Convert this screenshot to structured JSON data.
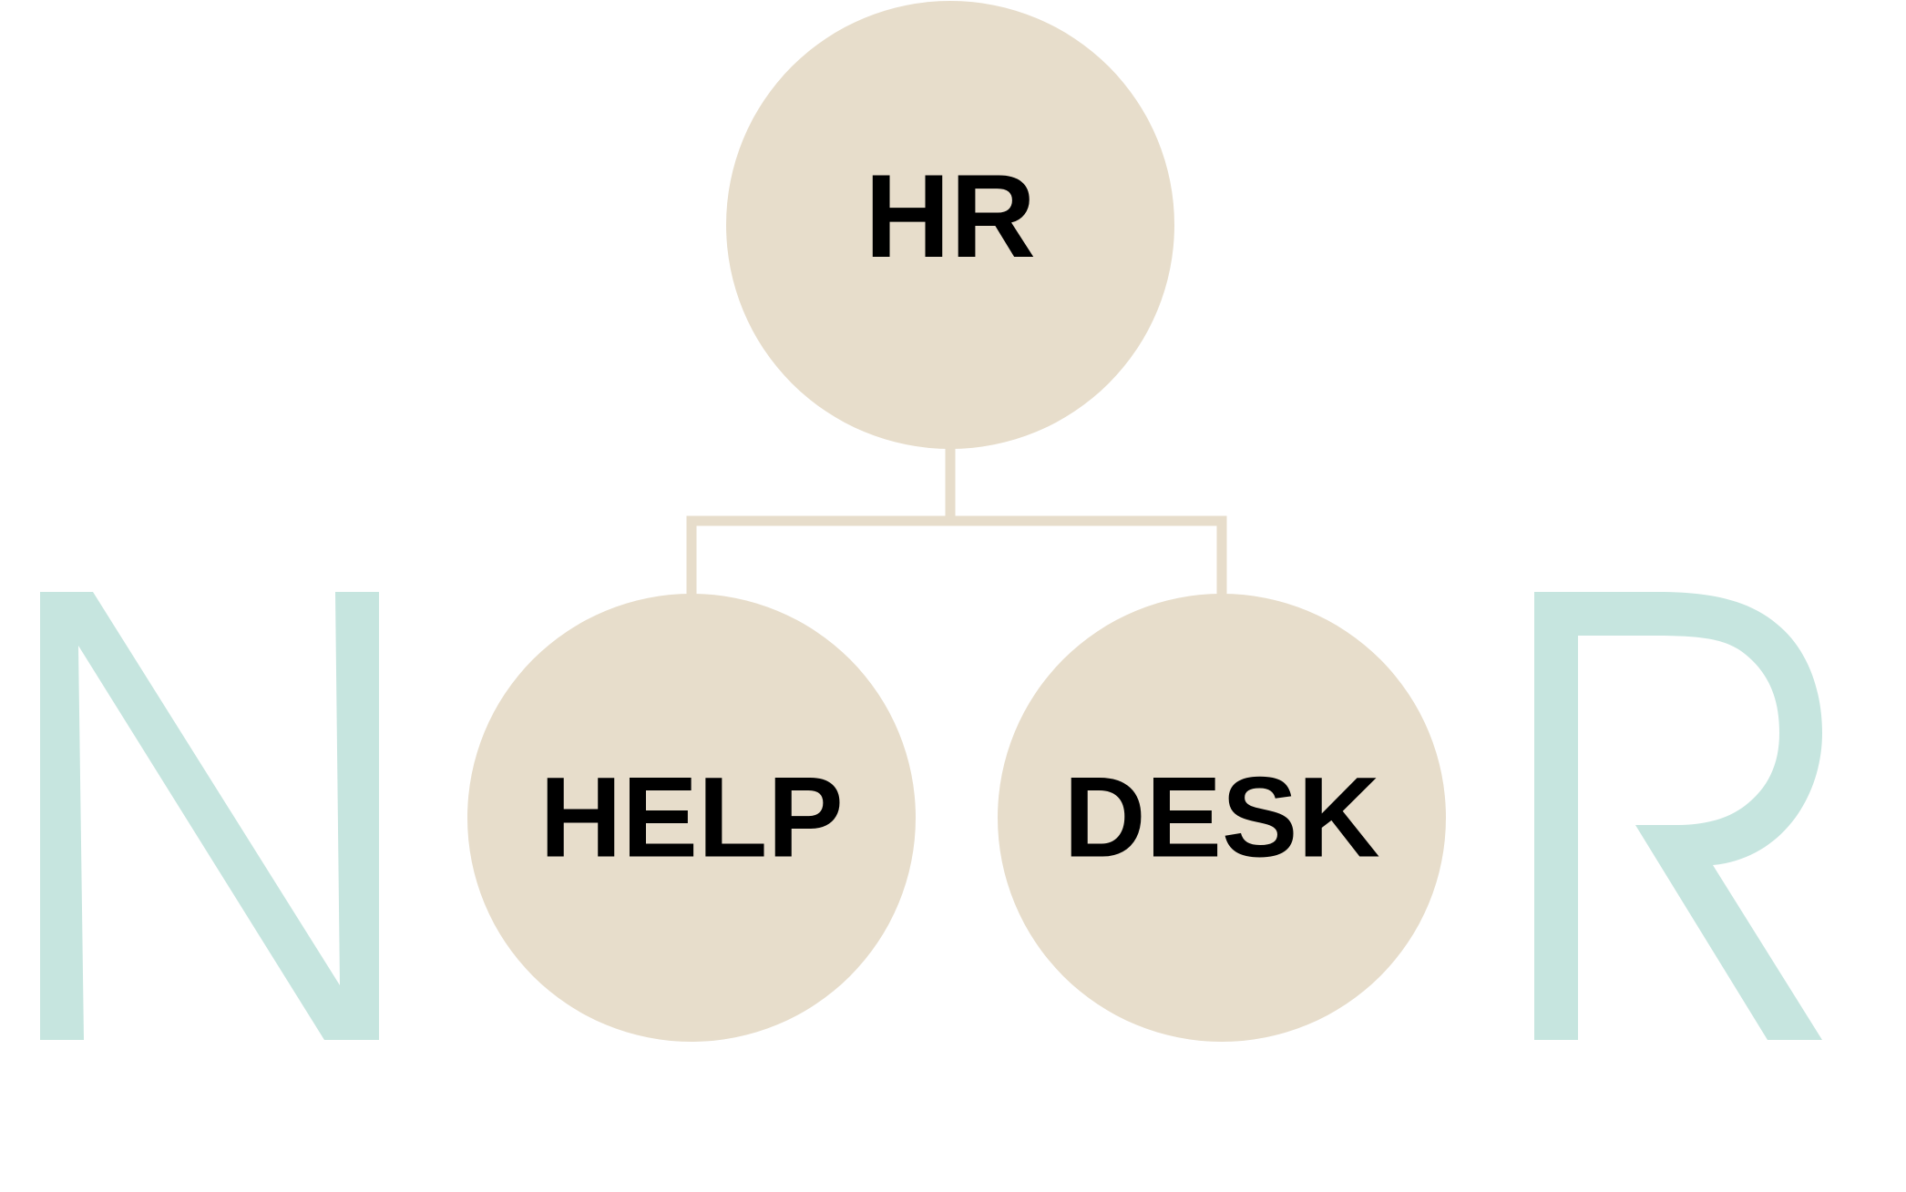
{
  "logo": {
    "left_letter": "N",
    "right_letter": "R",
    "color": "#c6e5df"
  },
  "org_chart": {
    "node_color": "#e7ddcb",
    "connector_color": "#e7ddcb",
    "label_color": "#000000",
    "root": {
      "label": "HR"
    },
    "children": [
      {
        "label": "HELP"
      },
      {
        "label": "DESK"
      }
    ]
  }
}
